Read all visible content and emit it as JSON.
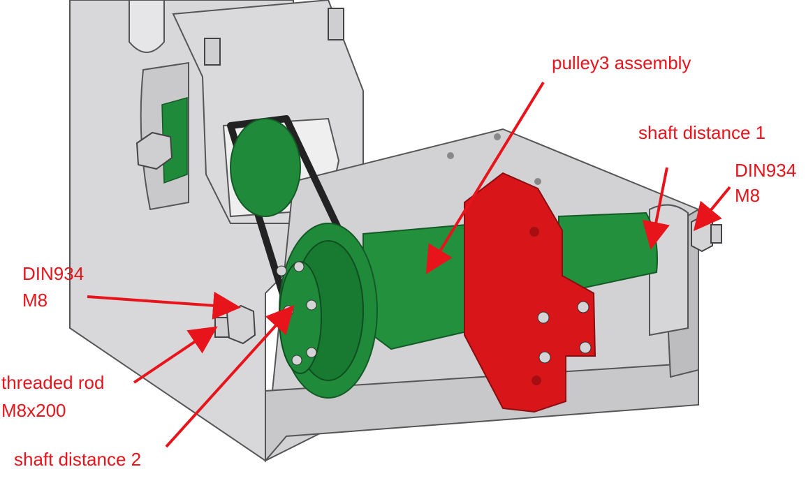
{
  "annotations": {
    "pulley_assembly": "pulley3 assembly",
    "shaft_distance_1": "shaft distance 1",
    "bolt_right_line1": "DIN934",
    "bolt_right_line2": "M8",
    "bolt_left_line1": "DIN934",
    "bolt_left_line2": "M8",
    "threaded_rod_line1": "threaded rod",
    "threaded_rod_line2": "M8x200",
    "shaft_distance_2": "shaft distance 2"
  },
  "colors": {
    "frame": "#d4d4d6",
    "frame_edge": "#555555",
    "pulley_green": "#1f8a3a",
    "pulley_dark": "#146b2b",
    "bearing_red": "#d8161a",
    "belt": "#222222",
    "annotation_red": "#e8141b"
  }
}
